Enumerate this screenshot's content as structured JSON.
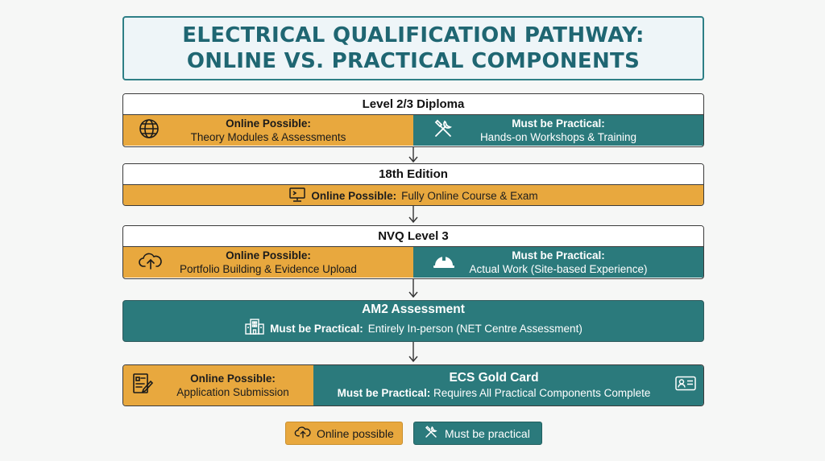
{
  "title": {
    "line1": "ELECTRICAL QUALIFICATION PATHWAY:",
    "line2": "ONLINE VS. PRACTICAL COMPONENTS"
  },
  "stages": {
    "diploma": {
      "name": "Level 2/3 Diploma",
      "online_label": "Online Possible:",
      "online_text": "Theory Modules & Assessments",
      "practical_label": "Must be Practical:",
      "practical_text": "Hands-on Workshops & Training"
    },
    "edition18": {
      "name": "18th Edition",
      "online_label": "Online Possible:",
      "online_text": "Fully Online Course & Exam"
    },
    "nvq": {
      "name": "NVQ Level 3",
      "online_label": "Online Possible:",
      "online_text": "Portfolio Building & Evidence Upload",
      "practical_label": "Must be Practical:",
      "practical_text": "Actual Work (Site-based Experience)"
    },
    "am2": {
      "name": "AM2 Assessment",
      "practical_label": "Must be Practical:",
      "practical_text": "Entirely In-person (NET Centre Assessment)"
    },
    "ecs": {
      "name": "ECS Gold Card",
      "online_label": "Online Possible:",
      "online_text": "Application Submission",
      "practical_label": "Must be Practical:",
      "practical_text": "Requires All Practical Components Complete"
    }
  },
  "legend": {
    "online": "Online possible",
    "practical": "Must be practical"
  },
  "colors": {
    "online": "#e8a83e",
    "practical": "#2b7a7c",
    "title": "#1f6672"
  },
  "icons": {
    "diploma_online": "globe-icon",
    "diploma_practical": "tools-icon",
    "edition18_online": "computer-icon",
    "nvq_online": "cloud-upload-icon",
    "nvq_practical": "hard-hat-icon",
    "am2_practical": "building-icon",
    "ecs_online": "form-icon",
    "ecs_practical": "id-card-icon"
  }
}
